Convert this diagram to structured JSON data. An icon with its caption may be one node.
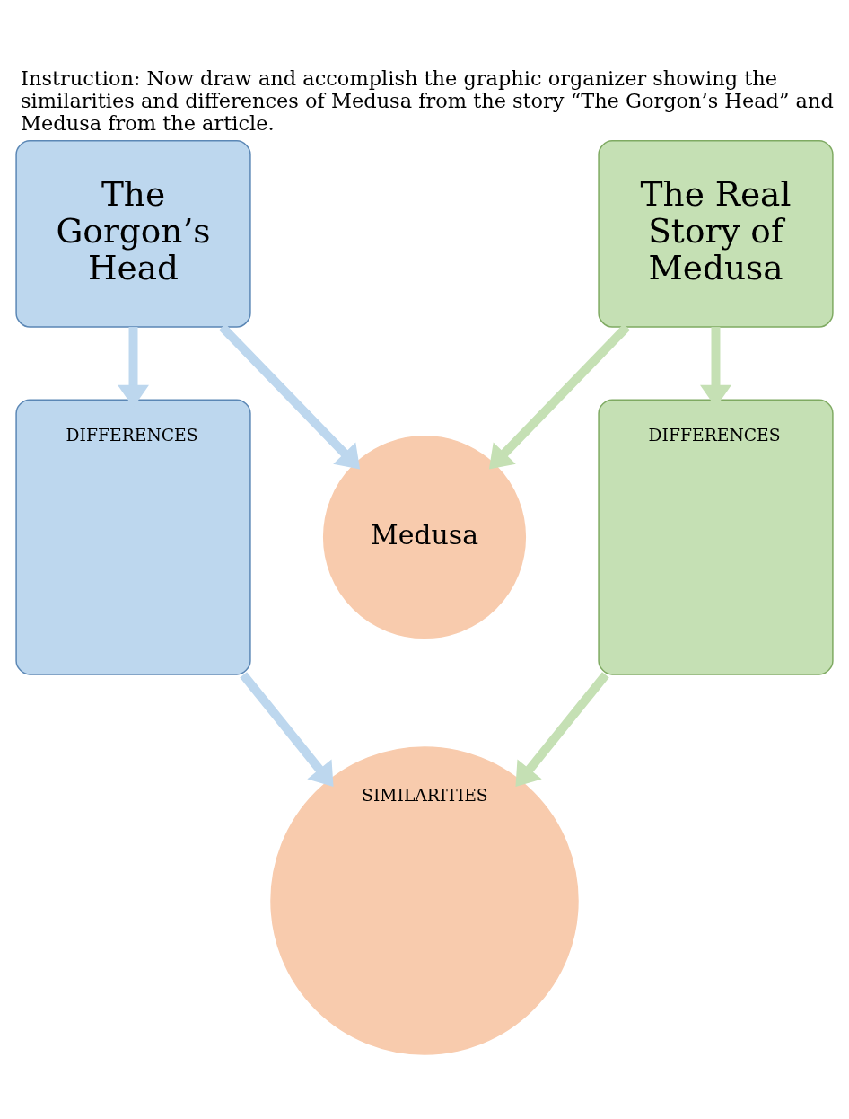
{
  "diagram": {
    "title": "Instruction: Now draw and accomplish the graphic organizer showing the similarities and differences of Medusa from the story “The Gorgon’s Head” and Medusa from the article.",
    "nodes": [
      {
        "text": [
          "The Gorgon’s Head"
        ]
      },
      {
        "text": [
          "The Real Story of Medusa"
        ]
      },
      {
        "text": [
          "Medusa"
        ]
      },
      {
        "text": [
          "DIFFERENCES"
        ]
      },
      {
        "text": [
          "DIFFERENCES"
        ]
      },
      {
        "text": [
          "SIMILARITIES"
        ]
      }
    ],
    "edges": [
      {
        "from": 0,
        "to": 2,
        "arrow": "to",
        "color": "#bdd7ee"
      },
      {
        "from": 1,
        "to": 2,
        "arrow": "to",
        "color": "#c5e0b4"
      },
      {
        "from": 0,
        "to": 3,
        "arrow": "to",
        "color": "#bdd7ee"
      },
      {
        "from": 1,
        "to": 4,
        "arrow": "to",
        "color": "#c5e0b4"
      },
      {
        "from": 3,
        "to": 5,
        "arrow": "to",
        "color": "#bdd7ee"
      },
      {
        "from": 4,
        "to": 5,
        "arrow": "to",
        "color": "#c5e0b4"
      }
    ]
  }
}
